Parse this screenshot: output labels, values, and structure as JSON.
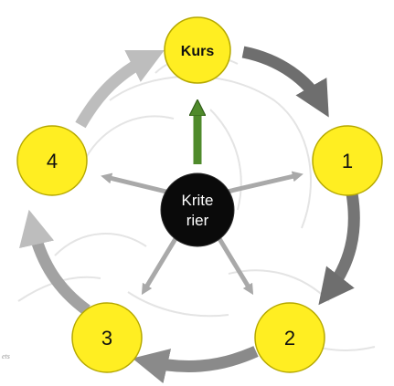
{
  "diagram": {
    "center": {
      "line1": "Krite",
      "line2": "rier",
      "fill": "#0a0a0a"
    },
    "nodes": [
      {
        "id": "kurs",
        "label": "Kurs"
      },
      {
        "id": "n1",
        "label": "1"
      },
      {
        "id": "n2",
        "label": "2"
      },
      {
        "id": "n3",
        "label": "3"
      },
      {
        "id": "n4",
        "label": "4"
      }
    ],
    "cycle_order": [
      "Kurs",
      "1",
      "2",
      "3",
      "4",
      "Kurs"
    ],
    "colors": {
      "node_fill": "#ffee22",
      "node_stroke": "#b5a800",
      "cycle_arrow_dark": "#6e6e6e",
      "cycle_arrow_light": "#bdbdbd",
      "spoke_arrow": "#a9a9a9",
      "kurs_arrow": "#4f8a2b",
      "background_sketch": "#e6e6e6"
    },
    "corner_text": "ets"
  }
}
